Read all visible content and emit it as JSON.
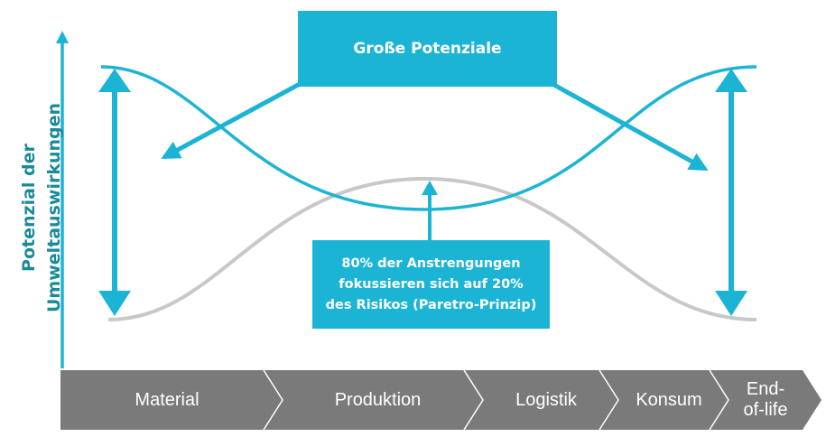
{
  "axis": {
    "y_label_lines": [
      "Potenzial der",
      "Umweltauswirkungen"
    ]
  },
  "banner": {
    "text": "Große Potenziale"
  },
  "callout": {
    "lines": [
      "80% der Anstrengungen",
      "fokussieren sich auf 20%",
      "des Risikos (Paretro-Prinzip)"
    ]
  },
  "stages": [
    {
      "label": "Material"
    },
    {
      "label": "Produktion"
    },
    {
      "label": "Logistik"
    },
    {
      "label": "Konsum"
    },
    {
      "label_lines": [
        "End-",
        "of-life"
      ]
    }
  ],
  "colors": {
    "accent": "#1cb4d5",
    "axis_text": "#1a8a98",
    "grey_curve": "#c8c8c8",
    "stage_fill": "#7a7a7a",
    "stage_separator": "#ffffff"
  }
}
